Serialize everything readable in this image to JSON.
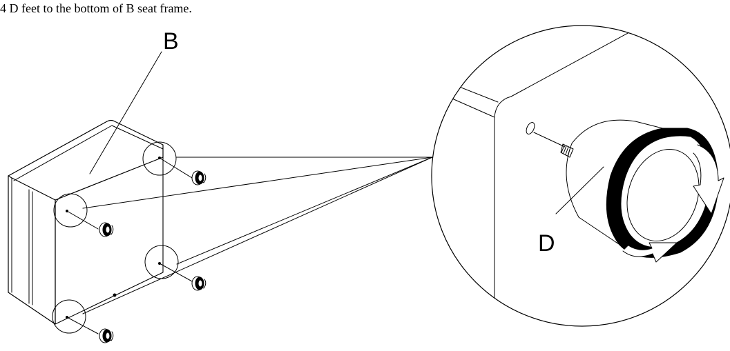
{
  "instruction": "4 D feet to the bottom of B seat frame.",
  "labels": {
    "frame": "B",
    "foot": "D"
  }
}
